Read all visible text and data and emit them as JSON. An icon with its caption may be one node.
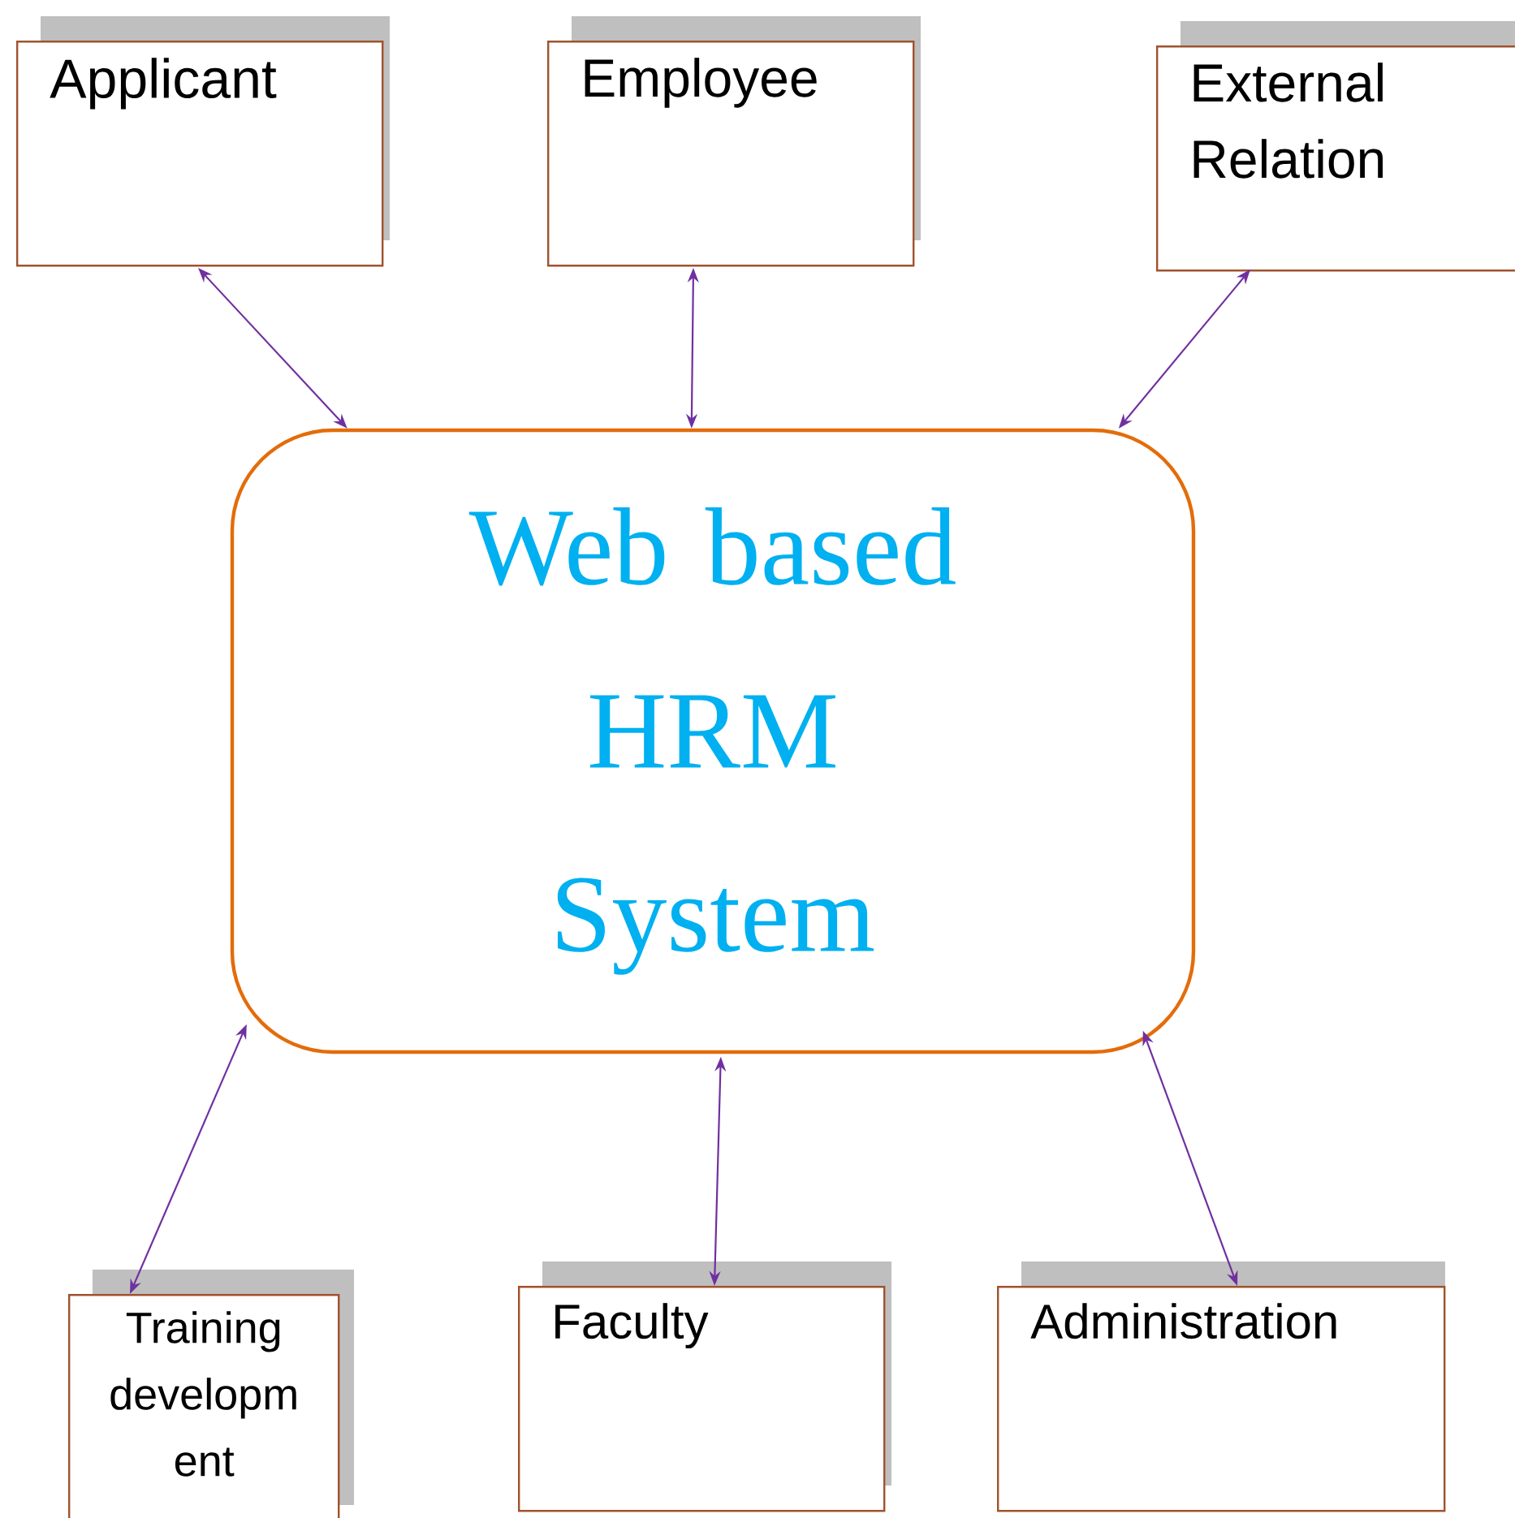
{
  "diagram": {
    "nodes": [
      {
        "text": [
          "Applicant"
        ]
      },
      {
        "text": [
          "Employee"
        ]
      },
      {
        "text": [
          "External Relation"
        ]
      },
      {
        "text": [
          "Web based HRM System"
        ]
      },
      {
        "text": [
          "Training developm ent"
        ]
      },
      {
        "text": [
          "Faculty"
        ]
      },
      {
        "text": [
          "Administration"
        ]
      }
    ],
    "edges": [
      {
        "from": 0,
        "to": 3,
        "arrow": "both"
      },
      {
        "from": 1,
        "to": 3,
        "arrow": "both"
      },
      {
        "from": 2,
        "to": 3,
        "arrow": "both"
      },
      {
        "from": 4,
        "to": 3,
        "arrow": "both"
      },
      {
        "from": 5,
        "to": 3,
        "arrow": "both"
      },
      {
        "from": 6,
        "to": 3,
        "arrow": "both"
      }
    ]
  }
}
